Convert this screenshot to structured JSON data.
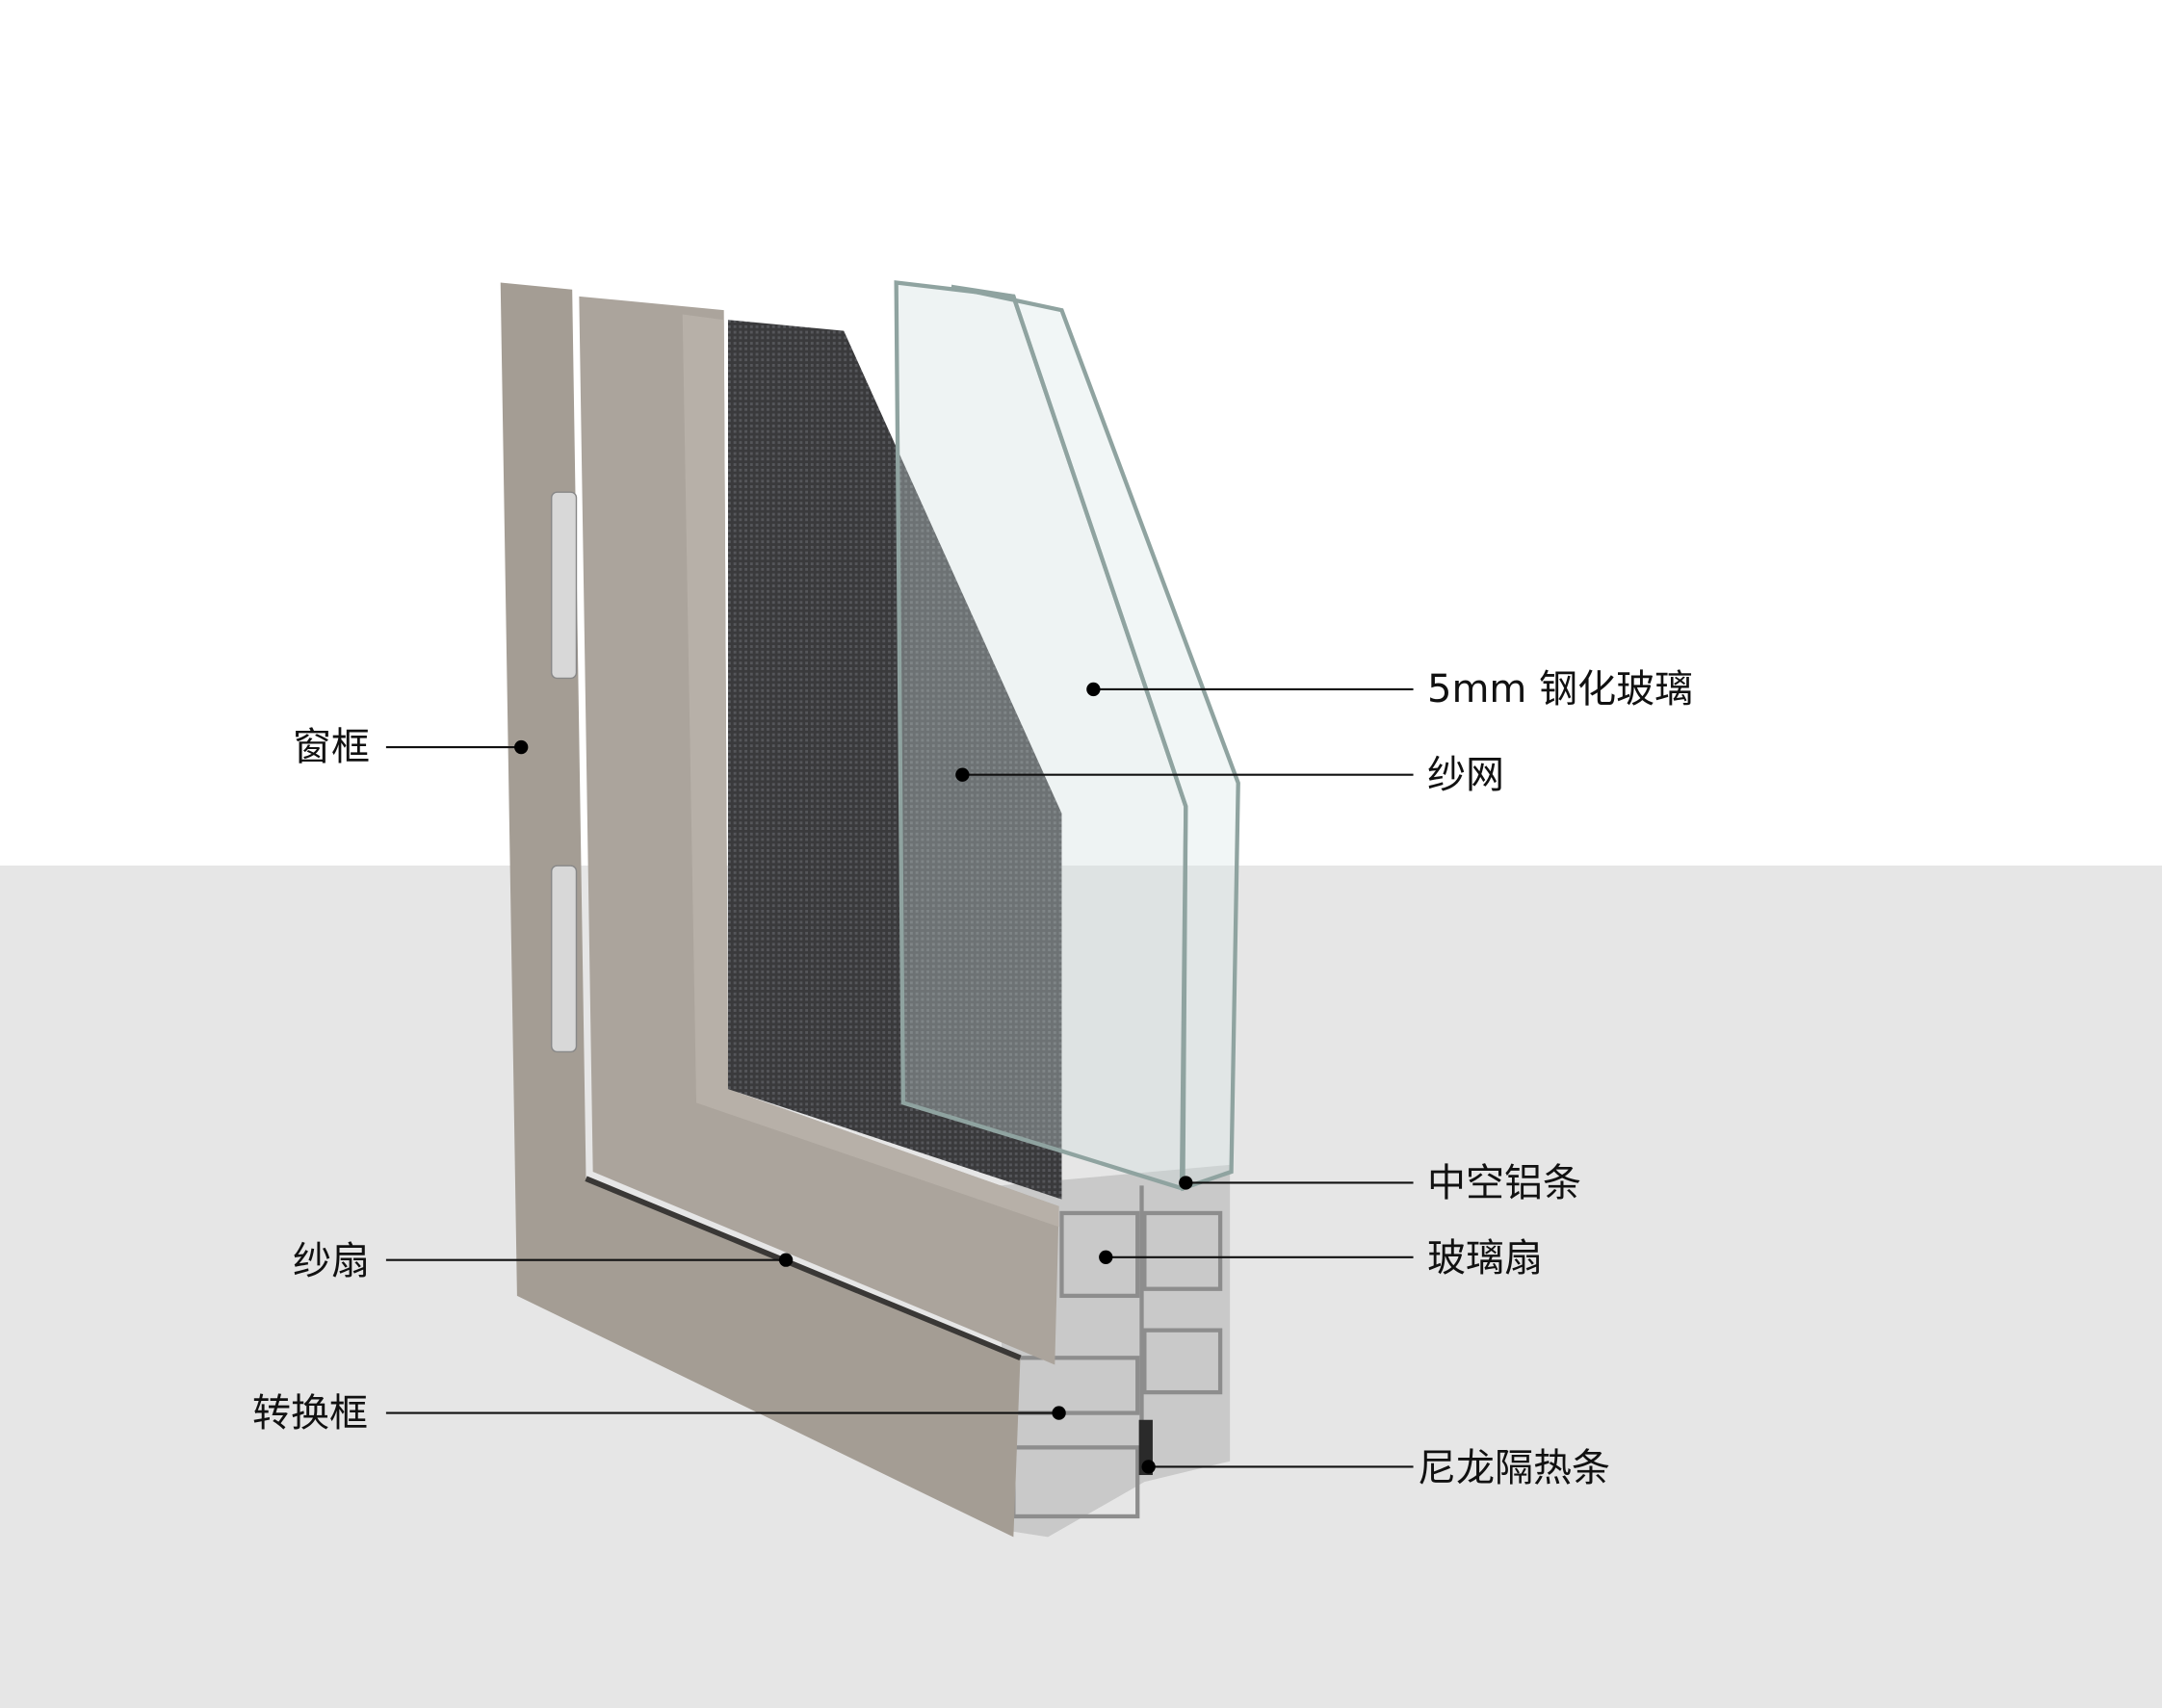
{
  "diagram": {
    "labels": {
      "window_frame": "窗框",
      "screen_sash": "纱扇",
      "conversion_frame": "转换框",
      "tempered_glass": "5mm 钢化玻璃",
      "screen_mesh": "纱网",
      "hollow_aluminum_spacer": "中空铝条",
      "glass_sash": "玻璃扇",
      "nylon_thermal_break": "尼龙隔热条"
    },
    "colors": {
      "background_top": "#ffffff",
      "background_floor": "#e6e6e6",
      "profile": "#a49d94",
      "mesh": "#3a3a3c"
    }
  }
}
